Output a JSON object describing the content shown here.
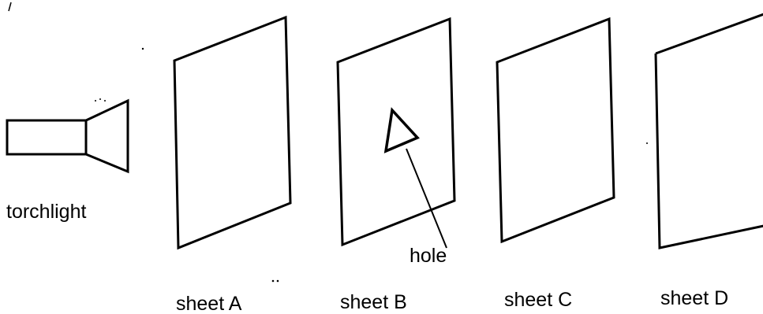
{
  "labels": {
    "torchlight": "torchlight",
    "hole": "hole",
    "sheet_a": "sheet A",
    "sheet_b": "sheet B",
    "sheet_c": "sheet C",
    "sheet_d": "sheet D"
  }
}
